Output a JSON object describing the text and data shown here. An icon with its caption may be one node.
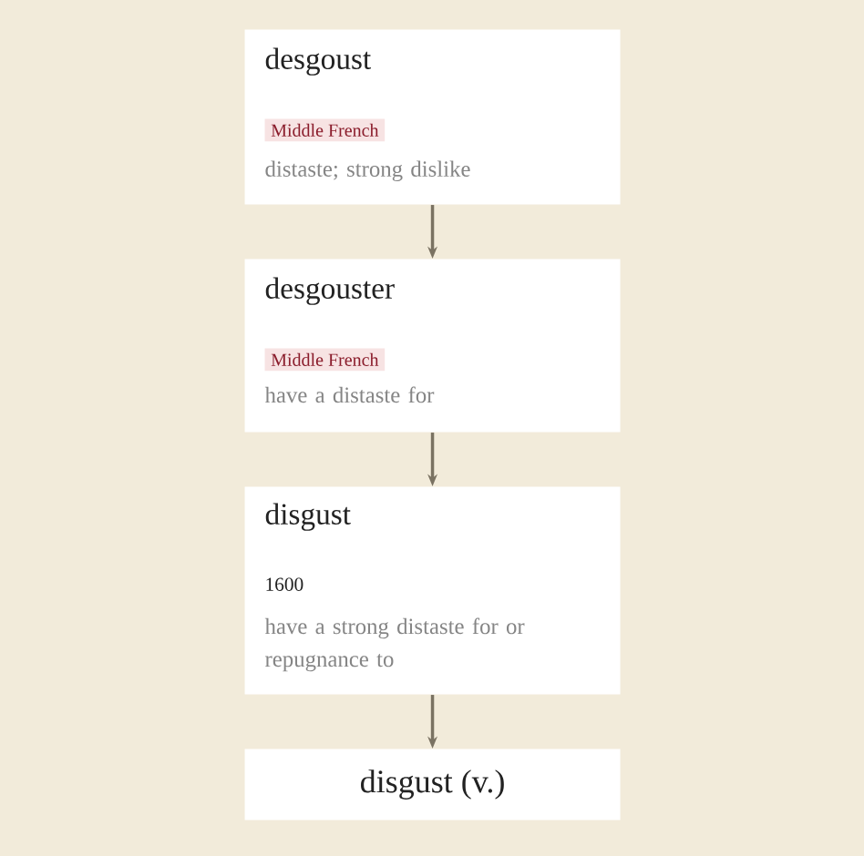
{
  "diagram": {
    "nodes": [
      {
        "text": [
          "desgoust",
          "Middle French",
          "distaste; strong dislike"
        ]
      },
      {
        "text": [
          "desgouster",
          "Middle French",
          "have a distaste for"
        ]
      },
      {
        "text": [
          "disgust",
          "1600",
          "have a strong distaste for or repugnance to"
        ]
      },
      {
        "text": [
          "disgust (v.)"
        ]
      }
    ],
    "edges": [
      {
        "from": 0,
        "to": 1,
        "arrow": "to"
      },
      {
        "from": 1,
        "to": 2,
        "arrow": "to"
      },
      {
        "from": 2,
        "to": 3,
        "arrow": "to"
      }
    ]
  }
}
